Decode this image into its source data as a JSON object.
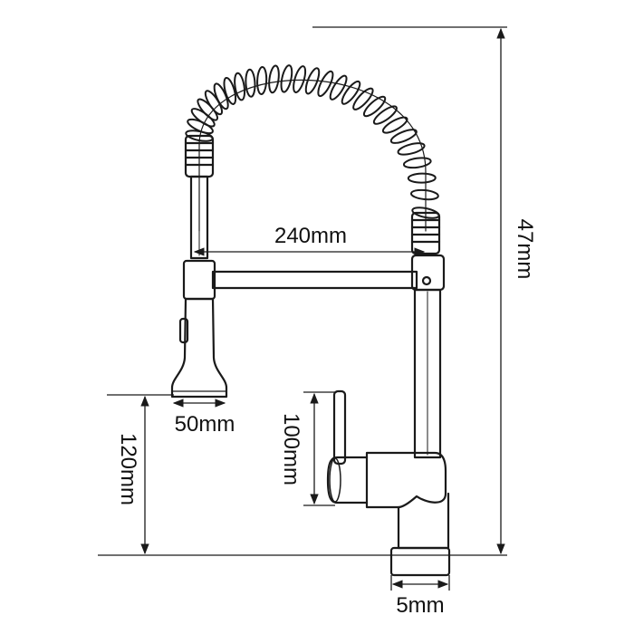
{
  "diagram": {
    "dimensions": {
      "total_height": "47mm",
      "spout_reach": "240mm",
      "spray_head_width": "50mm",
      "spray_head_clearance": "120mm",
      "handle_length": "100mm",
      "base_width": "5mm"
    },
    "colors": {
      "line": "#1a1a1a",
      "background": "#ffffff"
    }
  }
}
